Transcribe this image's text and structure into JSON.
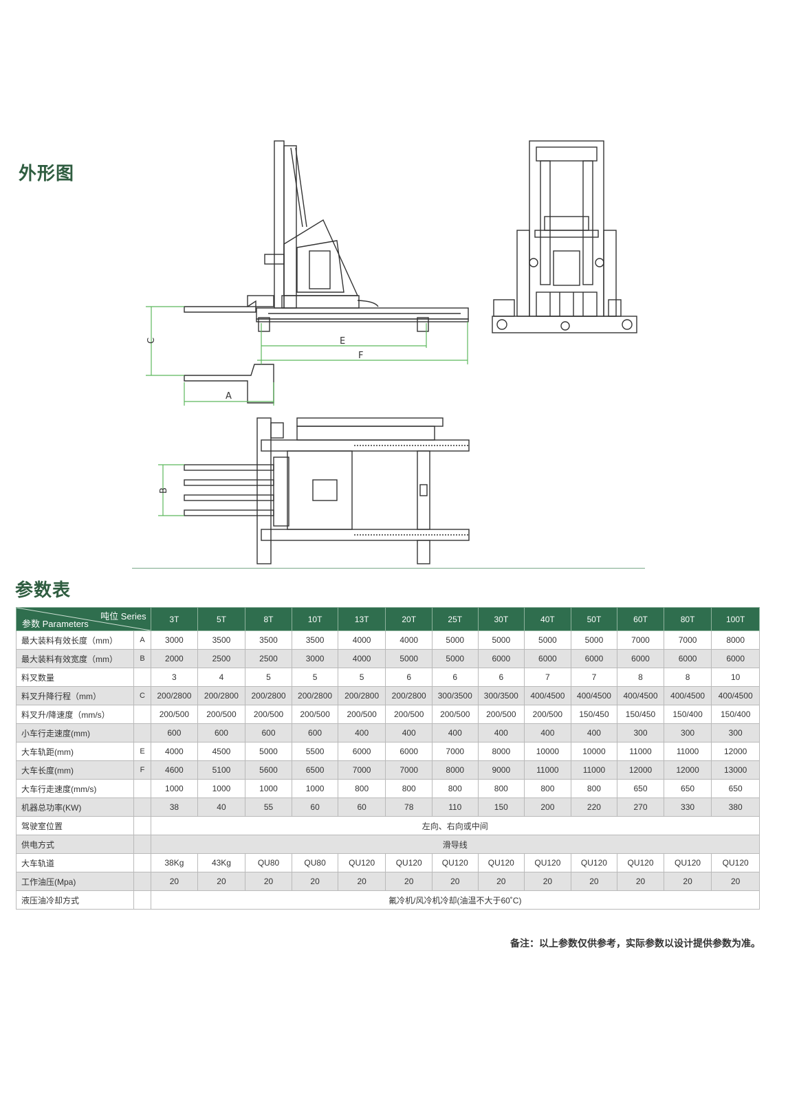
{
  "headings": {
    "outline": "外形图",
    "params": "参数表"
  },
  "drawing_labels": {
    "A": "A",
    "B": "B",
    "C": "C",
    "E": "E",
    "F": "F"
  },
  "table": {
    "corner_series": "吨位 Series",
    "corner_params": "参数 Parameters",
    "series": [
      "3T",
      "5T",
      "8T",
      "10T",
      "13T",
      "20T",
      "25T",
      "30T",
      "40T",
      "50T",
      "60T",
      "80T",
      "100T"
    ],
    "rows": [
      {
        "label": "最大装料有效长度（mm）",
        "code": "A",
        "values": [
          "3000",
          "3500",
          "3500",
          "3500",
          "4000",
          "4000",
          "5000",
          "5000",
          "5000",
          "5000",
          "7000",
          "7000",
          "8000"
        ]
      },
      {
        "label": "最大装料有效宽度（mm）",
        "code": "B",
        "values": [
          "2000",
          "2500",
          "2500",
          "3000",
          "4000",
          "5000",
          "5000",
          "6000",
          "6000",
          "6000",
          "6000",
          "6000",
          "6000"
        ]
      },
      {
        "label": "料叉数量",
        "code": "",
        "values": [
          "3",
          "4",
          "5",
          "5",
          "5",
          "6",
          "6",
          "6",
          "7",
          "7",
          "8",
          "8",
          "10"
        ]
      },
      {
        "label": "料叉升降行程（mm）",
        "code": "C",
        "values": [
          "200/2800",
          "200/2800",
          "200/2800",
          "200/2800",
          "200/2800",
          "200/2800",
          "300/3500",
          "300/3500",
          "400/4500",
          "400/4500",
          "400/4500",
          "400/4500",
          "400/4500"
        ]
      },
      {
        "label": "料叉升/降速度（mm/s）",
        "code": "",
        "values": [
          "200/500",
          "200/500",
          "200/500",
          "200/500",
          "200/500",
          "200/500",
          "200/500",
          "200/500",
          "200/500",
          "150/450",
          "150/450",
          "150/400",
          "150/400"
        ]
      },
      {
        "label": "小车行走速度(mm)",
        "code": "",
        "values": [
          "600",
          "600",
          "600",
          "600",
          "400",
          "400",
          "400",
          "400",
          "400",
          "400",
          "300",
          "300",
          "300"
        ]
      },
      {
        "label": "大车轨距(mm)",
        "code": "E",
        "values": [
          "4000",
          "4500",
          "5000",
          "5500",
          "6000",
          "6000",
          "7000",
          "8000",
          "10000",
          "10000",
          "11000",
          "11000",
          "12000"
        ]
      },
      {
        "label": "大车长度(mm)",
        "code": "F",
        "values": [
          "4600",
          "5100",
          "5600",
          "6500",
          "7000",
          "7000",
          "8000",
          "9000",
          "11000",
          "11000",
          "12000",
          "12000",
          "13000"
        ]
      },
      {
        "label": "大车行走速度(mm/s)",
        "code": "",
        "values": [
          "1000",
          "1000",
          "1000",
          "1000",
          "800",
          "800",
          "800",
          "800",
          "800",
          "800",
          "650",
          "650",
          "650"
        ]
      },
      {
        "label": "机器总功率(KW)",
        "code": "",
        "values": [
          "38",
          "40",
          "55",
          "60",
          "60",
          "78",
          "110",
          "150",
          "200",
          "220",
          "270",
          "330",
          "380"
        ]
      },
      {
        "label": "驾驶室位置",
        "code": "",
        "merged": "左向、右向或中间"
      },
      {
        "label": "供电方式",
        "code": "",
        "merged": "滑导线"
      },
      {
        "label": "大车轨道",
        "code": "",
        "values": [
          "38Kg",
          "43Kg",
          "QU80",
          "QU80",
          "QU120",
          "QU120",
          "QU120",
          "QU120",
          "QU120",
          "QU120",
          "QU120",
          "QU120",
          "QU120"
        ]
      },
      {
        "label": "工作油压(Mpa)",
        "code": "",
        "values": [
          "20",
          "20",
          "20",
          "20",
          "20",
          "20",
          "20",
          "20",
          "20",
          "20",
          "20",
          "20",
          "20"
        ]
      },
      {
        "label": "液压油冷却方式",
        "code": "",
        "merged": "氟冷机/风冷机冷却(油温不大于60˚C)"
      }
    ]
  },
  "note": "备注：以上参数仅供参考，实际参数以设计提供参数为准。",
  "colors": {
    "header_green": "#2f6e4e",
    "heading_green": "#2f5d40",
    "dimension_green": "#5cb85c"
  }
}
